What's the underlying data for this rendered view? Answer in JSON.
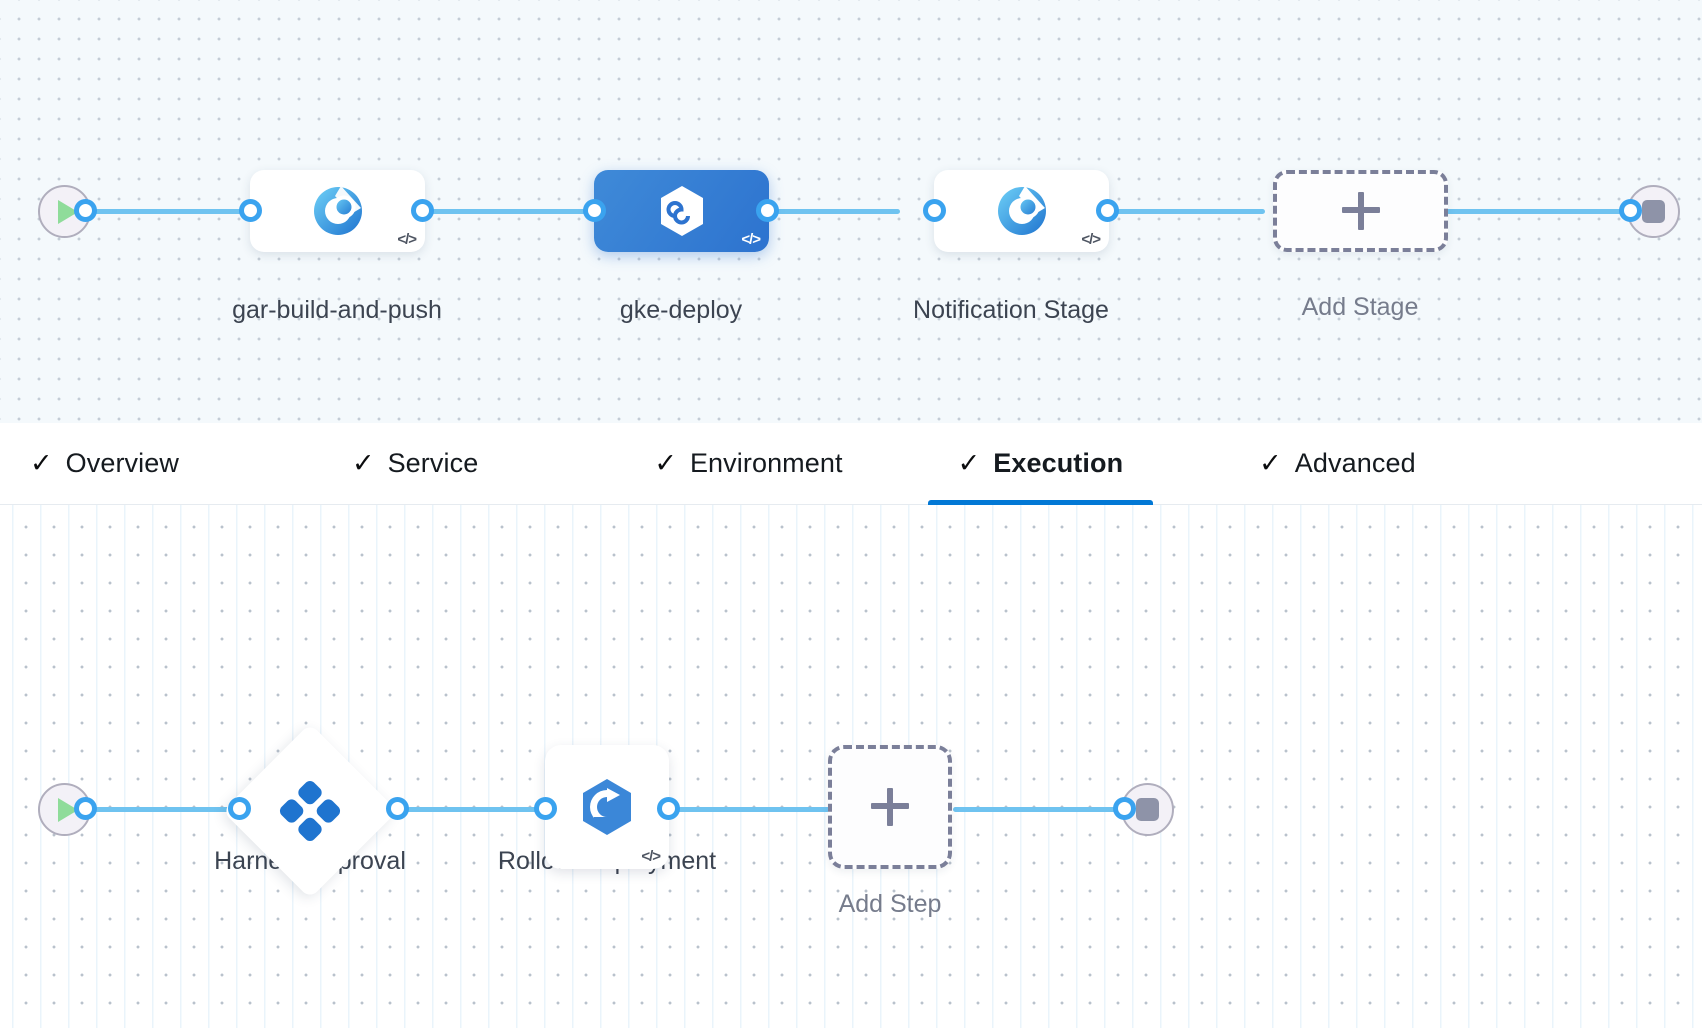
{
  "pipeline": {
    "stages_row": {
      "start_node": {
        "icon": "play-icon",
        "label": ""
      },
      "end_node": {
        "icon": "stop-icon",
        "label": ""
      },
      "stages": [
        {
          "name": "gar-build-and-push",
          "type": "ci",
          "icon": "ci-build-icon",
          "selected": false,
          "badge": "</>"
        },
        {
          "name": "gke-deploy",
          "type": "cd",
          "icon": "cd-hexagon-infinity-icon",
          "selected": true,
          "badge": "</>"
        },
        {
          "name": "Notification Stage",
          "type": "ci",
          "icon": "ci-build-icon",
          "selected": false,
          "badge": "</>"
        }
      ],
      "add_stage": {
        "label": "Add Stage",
        "icon": "plus-icon"
      }
    },
    "tabs": [
      {
        "label": "Overview",
        "check": "✓",
        "active": false
      },
      {
        "label": "Service",
        "check": "✓",
        "active": false
      },
      {
        "label": "Environment",
        "check": "✓",
        "active": false
      },
      {
        "label": "Execution",
        "check": "✓",
        "active": true
      },
      {
        "label": "Advanced",
        "check": "✓",
        "active": false
      }
    ],
    "steps_row": {
      "start_node": {
        "icon": "play-icon"
      },
      "end_node": {
        "icon": "stop-icon"
      },
      "steps": [
        {
          "name": "HarnessApproval",
          "shape": "diamond",
          "icon": "harness-approval-icon",
          "badge": ""
        },
        {
          "name": "Rollout Deployment",
          "shape": "square",
          "icon": "k8s-rollout-icon",
          "badge": "</>"
        }
      ],
      "add_step": {
        "label": "Add Step",
        "icon": "plus-icon"
      }
    }
  },
  "colors": {
    "edge": "#6fc3f0",
    "port_ring": "#3aa3ef",
    "selected_stage": "#2d73cf",
    "active_tab_underline": "#0278d5",
    "dashed_border": "#7b7f99",
    "canvas_top_bg": "#f4f9fc",
    "canvas_bottom_bg": "#ffffff"
  }
}
